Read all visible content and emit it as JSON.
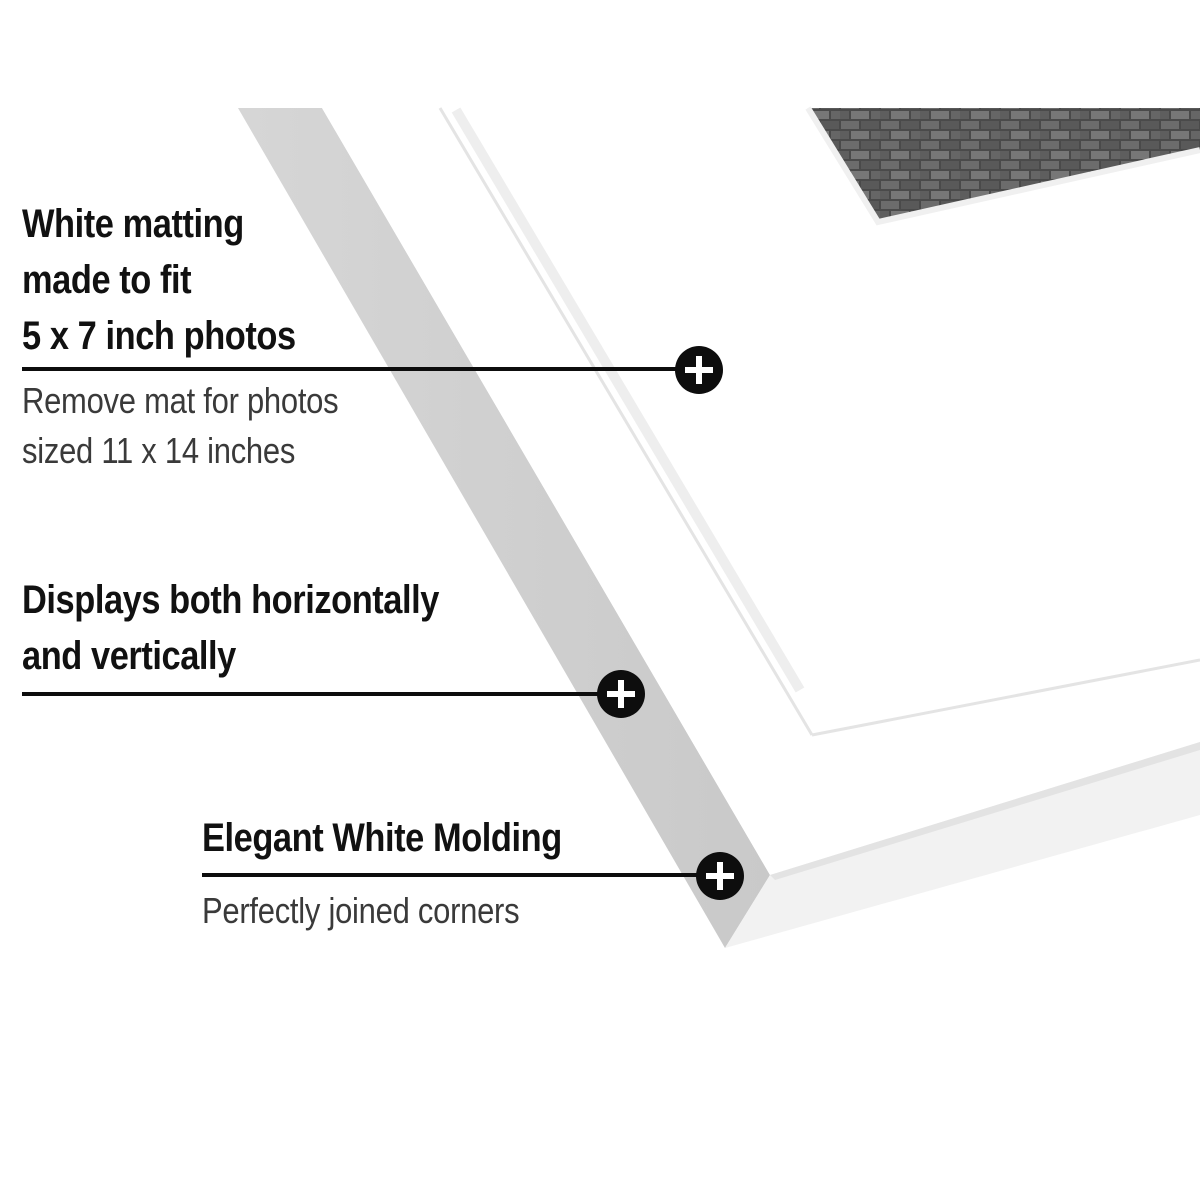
{
  "callouts": [
    {
      "heading": [
        "White matting",
        "made to fit",
        "5 x 7 inch photos"
      ],
      "subtext": [
        "Remove mat for photos",
        "sized 11 x 14 inches"
      ]
    },
    {
      "heading": [
        "Displays both horizontally",
        "and vertically"
      ],
      "subtext": []
    },
    {
      "heading": [
        "Elegant White Molding"
      ],
      "subtext": [
        "Perfectly joined corners"
      ]
    }
  ],
  "colors": {
    "text": "#111111",
    "subtext": "#3a3a3a",
    "marker": "#0d0d0d",
    "frame_molding": "#d0d0d0",
    "mat": "#ffffff",
    "photo": "#4a4a4a"
  },
  "icons": {
    "marker": "plus-circle-icon"
  }
}
